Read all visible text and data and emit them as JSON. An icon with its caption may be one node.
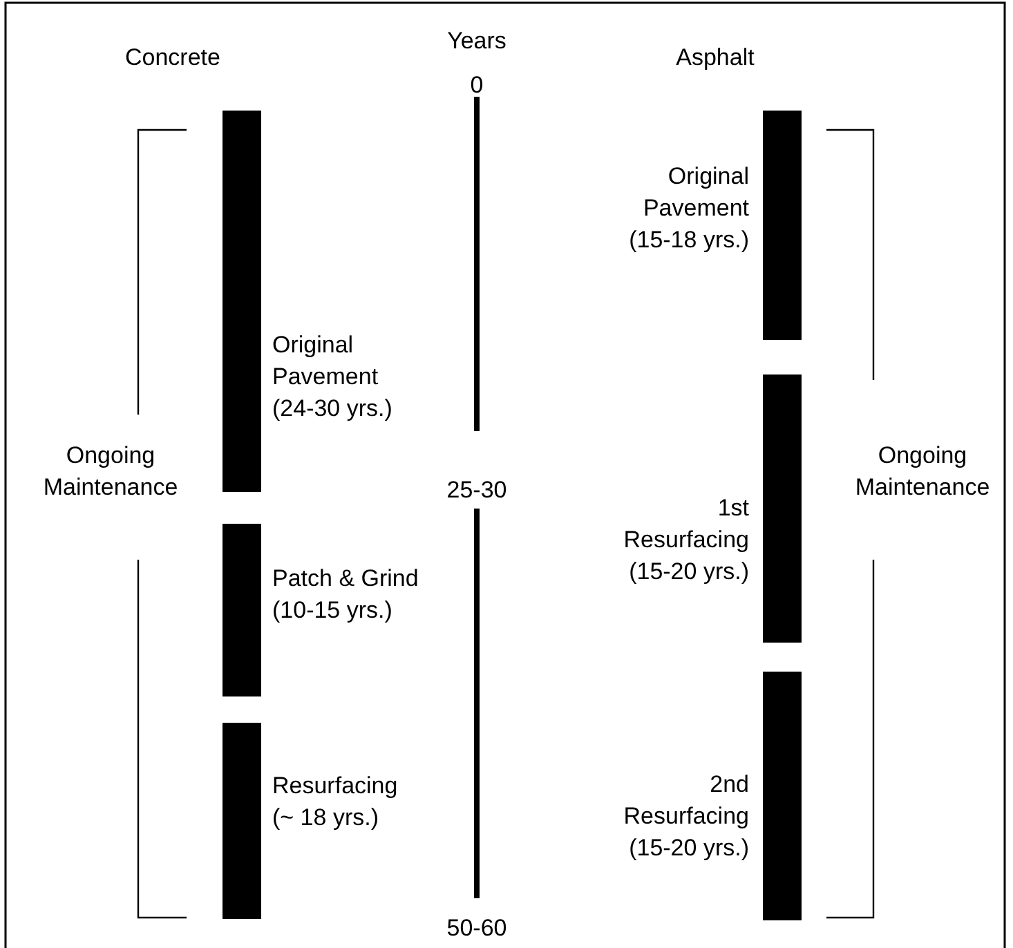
{
  "diagram": {
    "nodes": [
      {
        "text": [],
        "shape": "bar",
        "beside": [
          "Original Pavement (24-30 yrs.)"
        ]
      },
      {
        "text": [],
        "shape": "bar",
        "beside": [
          "Patch & Grind (10-15 yrs.)"
        ]
      },
      {
        "text": [],
        "shape": "bar",
        "beside": [
          "Resurfacing (~ 18 yrs.)"
        ]
      },
      {
        "text": [],
        "shape": "bar",
        "beside": [
          "Original Pavement (15-18 yrs.)"
        ]
      },
      {
        "text": [],
        "shape": "bar",
        "beside": [
          "1st Resurfacing (15-20 yrs.)"
        ]
      },
      {
        "text": [],
        "shape": "bar",
        "beside": [
          "2nd Resurfacing (15-20 yrs.)"
        ]
      }
    ],
    "labels": [
      "Concrete",
      "Years",
      "Asphalt",
      "0",
      "Ongoing Maintenance",
      "25-30",
      "Ongoing Maintenance",
      "50-60"
    ]
  }
}
